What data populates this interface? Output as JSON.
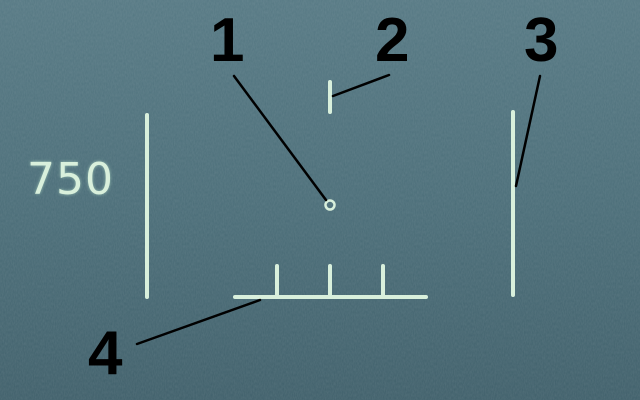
{
  "hud": {
    "speed_readout": "750",
    "hud_color": "#d9f0dc",
    "background_color": "#4a6d78"
  },
  "callouts": [
    {
      "number": "1"
    },
    {
      "number": "2"
    },
    {
      "number": "3"
    },
    {
      "number": "4"
    }
  ]
}
